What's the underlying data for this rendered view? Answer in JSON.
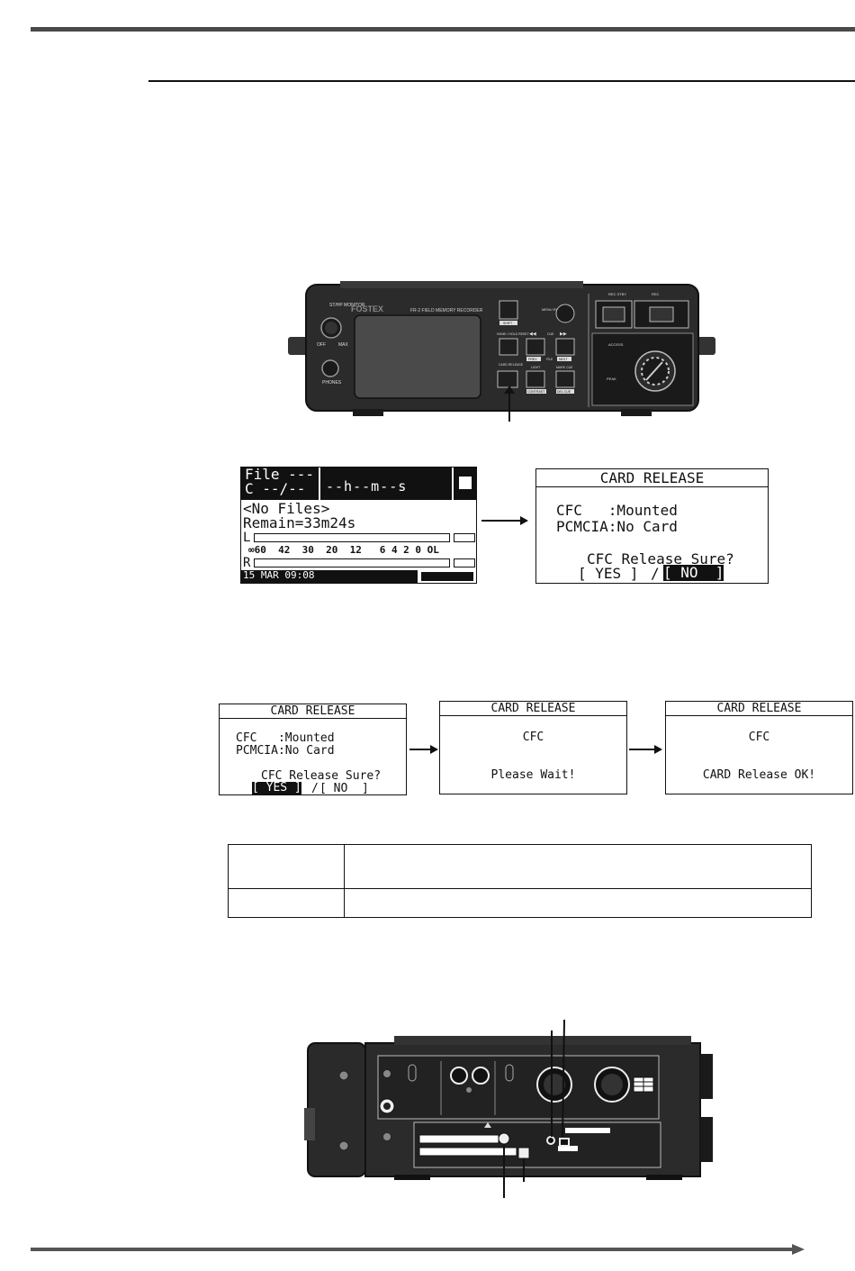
{
  "device_front": {
    "brand": "FOSTEX",
    "model": "FR-2 FIELD MEMORY RECORDER",
    "labels": {
      "st_monitor": "ST/HP\nMONITOR",
      "off": "OFF",
      "max": "MAX",
      "phones": "PHONES",
      "shift": "SHIFT",
      "menu_enter": "MENU\nENTER",
      "home": "HOME /\nHOLD RESET",
      "cue": "CUE",
      "prev": "PREV",
      "file": "FILE",
      "next": "NEXT",
      "card_release": "CARD\nRELEASE",
      "light": "LIGHT",
      "contrast": "CONTRAST",
      "mark_cue": "MARK CUE",
      "del_cue": "DEL CUE",
      "rec_stby": "REC STBY",
      "rec": "REC",
      "access": "ACCESS",
      "peak": "PEAK"
    }
  },
  "main_display": {
    "file_line": "File ---",
    "c_line": "C --/--",
    "time": "--h--m--s",
    "no_files": "<No Files>",
    "remain": "Remain=33m24s",
    "meter_l": "L",
    "meter_r": "R",
    "scale": "∞60  42  30  20  12   6 4 2 0 OL",
    "date": "15 MAR 09:08"
  },
  "screen_a": {
    "title": "CARD RELEASE",
    "cfc": "CFC   :Mounted",
    "pcmcia": "PCMCIA:No Card",
    "question": "CFC Release Sure?",
    "yes": "[ YES ]",
    "slash": "/",
    "no": "[ NO  ]"
  },
  "screen_b1": {
    "title": "CARD RELEASE",
    "cfc": "CFC   :Mounted",
    "pcmcia": "PCMCIA:No Card",
    "question": "CFC Release Sure?",
    "yes": "[ YES ]",
    "slash": "/",
    "no": "[ NO  ]"
  },
  "screen_b2": {
    "title": "CARD RELEASE",
    "line1": "CFC",
    "line2": "Please Wait!"
  },
  "screen_b3": {
    "title": "CARD RELEASE",
    "line1": "CFC",
    "line2": "CARD Release OK!"
  },
  "table": {
    "rows": [
      [
        "",
        ""
      ],
      [
        "",
        ""
      ]
    ]
  },
  "colors": {
    "device_body": "#2b2b2b",
    "device_dark": "#1a1a1a",
    "rule": "#4a4a4a"
  }
}
